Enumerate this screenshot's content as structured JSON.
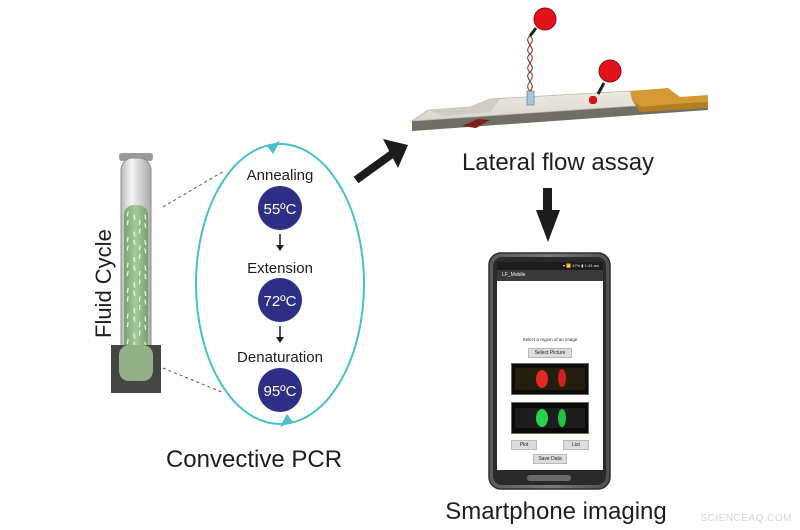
{
  "tube": {
    "label": "Fluid Cycle"
  },
  "pcr": {
    "title": "Convective PCR",
    "steps": [
      {
        "name": "Annealing",
        "temp": "55ºC"
      },
      {
        "name": "Extension",
        "temp": "72ºC"
      },
      {
        "name": "Denaturation",
        "temp": "95ºC"
      }
    ]
  },
  "lateral_flow": {
    "title": "Lateral flow assay"
  },
  "smartphone": {
    "title": "Smartphone imaging",
    "app": {
      "status": "▾ 📶 47% ▮ 1:43 am",
      "app_title": "LF_Mobile",
      "prompt": "Select a region of an image",
      "select_button": "Select Picture",
      "plot_button": "Plot",
      "list_button": "List",
      "save_button": "Save Data"
    }
  },
  "watermark": "SCIENCEAQ.COM",
  "colors": {
    "circle_fill": "#2d2f86",
    "cycle_line": "#45c1cc",
    "arrow": "#1c1c1c",
    "liquid": "#93b987",
    "red_label": "#e3131b",
    "control_strip": "#d39a33"
  }
}
